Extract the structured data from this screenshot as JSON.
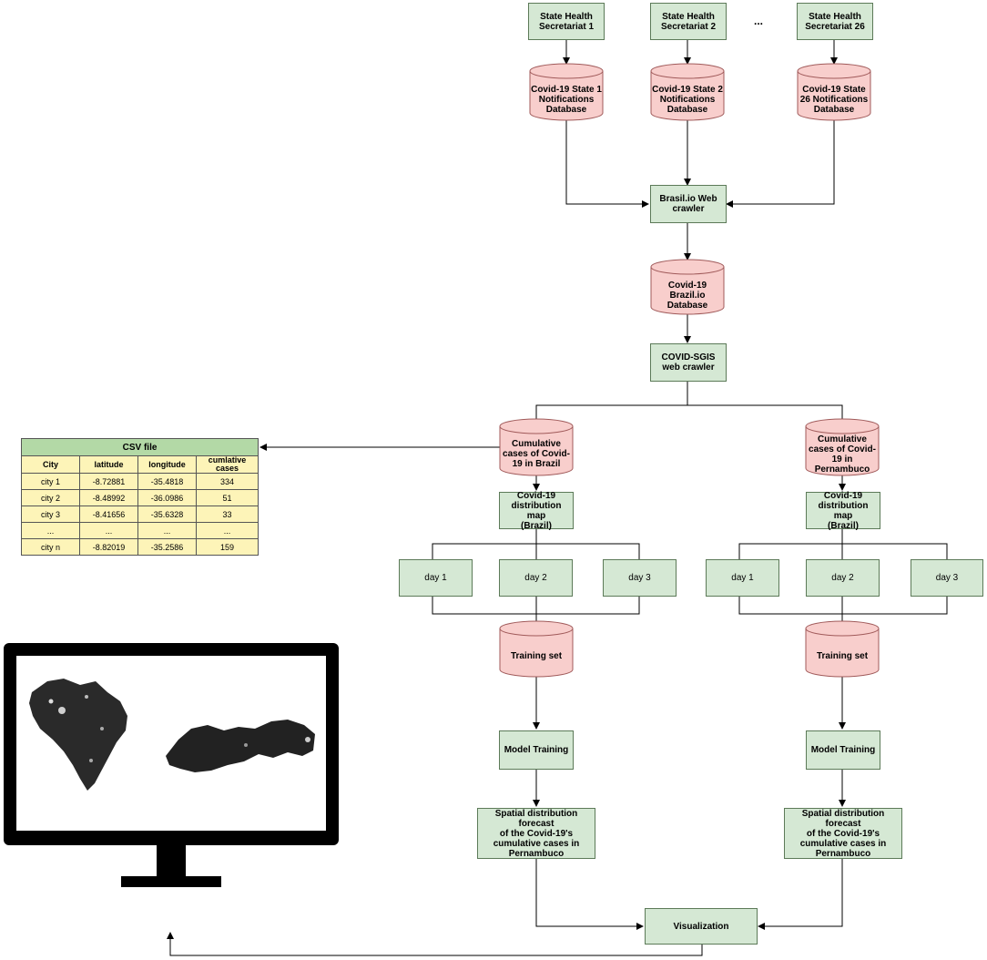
{
  "states": [
    {
      "secretariat": "State Health\nSecretariat 1",
      "database": "Covid-19 State 1\nNotifications\nDatabase"
    },
    {
      "secretariat": "State Health\nSecretariat 2",
      "database": "Covid-19 State 2\nNotifications\nDatabase"
    },
    {
      "secretariat": "State Health\nSecretariat 26",
      "database": "Covid-19 State\n26 Notifications\nDatabase"
    }
  ],
  "ellipsis": "...",
  "brasilio_crawler": "Brasil.io Web\ncrawler",
  "brasilio_db": "Covid-19\nBrazil.io\nDatabase",
  "sgis_crawler": "COVID-SGIS\nweb crawler",
  "left_branch": {
    "cumulative_db": "Cumulative\ncases of Covid-\n19 in Brazil",
    "map": "Covid-19\ndistribution map\n(Brazil)",
    "days": [
      "day 1",
      "day 2",
      "day 3"
    ],
    "training": "Training set",
    "model": "Model Training",
    "forecast": "Spatial distribution forecast\nof the Covid-19's\ncumulative cases in\nPernambuco"
  },
  "right_branch": {
    "cumulative_db": "Cumulative\ncases of Covid-\n19 in\nPernambuco",
    "map": "Covid-19\ndistribution map\n(Brazil)",
    "days": [
      "day 1",
      "day 2",
      "day 3"
    ],
    "training": "Training set",
    "model": "Model Training",
    "forecast": "Spatial distribution forecast\nof the Covid-19's\ncumulative cases in\nPernambuco"
  },
  "visualization": "Visualization",
  "csv": {
    "title": "CSV file",
    "headers": [
      "City",
      "latitude",
      "longitude",
      "cumlative\ncases"
    ],
    "rows": [
      [
        "city 1",
        "-8.72881",
        "-35.4818",
        "334"
      ],
      [
        "city 2",
        "-8.48992",
        "-36.0986",
        "51"
      ],
      [
        "city 3",
        "-8.41656",
        "-35.6328",
        "33"
      ],
      [
        "...",
        "...",
        "...",
        "..."
      ],
      [
        "city n",
        "-8.82019",
        "-35.2586",
        "159"
      ]
    ]
  },
  "colors": {
    "process_fill": "#d5e8d4",
    "database_fill": "#f8cecc",
    "table_header": "#b3d9a6",
    "table_body": "#fdf4b8"
  }
}
